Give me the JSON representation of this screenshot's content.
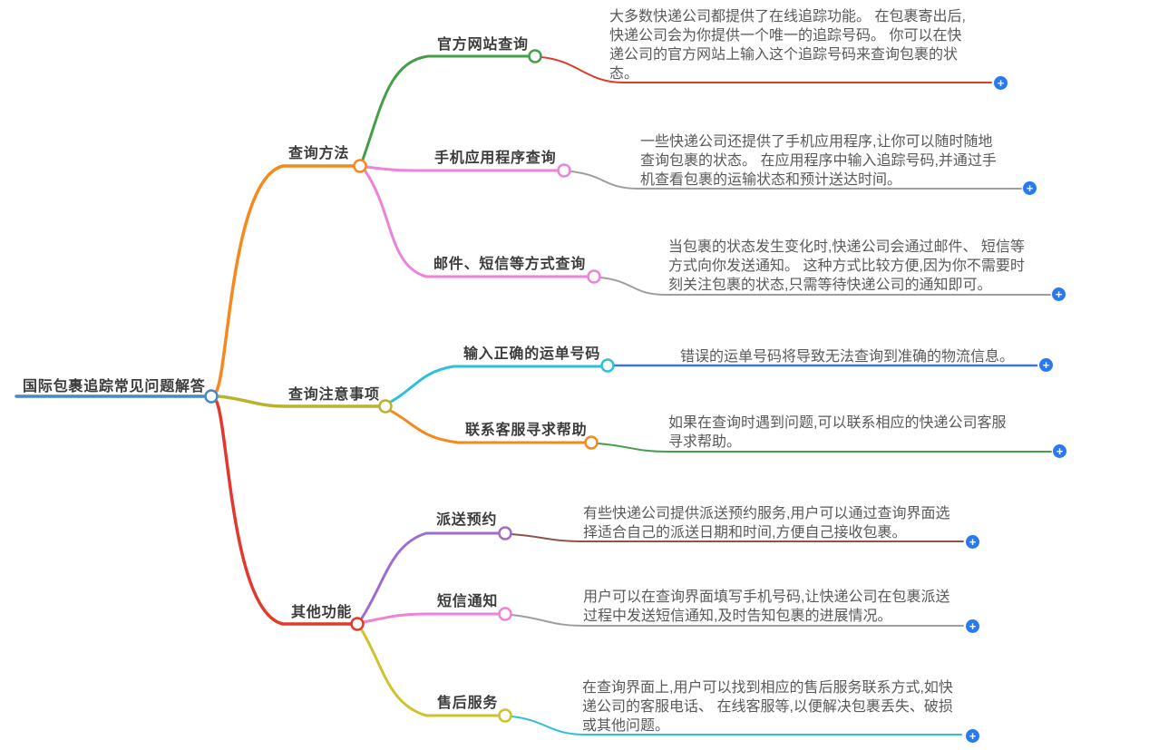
{
  "title": "国际包裹追踪常见问题解答",
  "icons": {
    "plus": "+"
  },
  "colors": {
    "root_blue": "#4a86c8",
    "orange": "#f5891d",
    "olive": "#b8b32c",
    "red": "#e2392f",
    "green": "#43a047",
    "pink": "#ee82d9",
    "cyan": "#2bc0dc",
    "purple": "#a06cc9",
    "yellow": "#ccc32d",
    "blue": "#4472c4",
    "gray": "#9e9e9e",
    "brown": "#8d544c",
    "plus_blue": "#2979f3"
  },
  "root": {
    "label": "国际包裹追踪常见问题解答"
  },
  "branches": [
    {
      "label": "查询方法",
      "children": [
        {
          "label": "官方网站查询",
          "desc": "大多数快递公司都提供了在线追踪功能。 在包裹寄出后,快递公司会为你提供一个唯一的追踪号码。 你可以在快递公司的官方网站上输入这个追踪号码来查询包裹的状态。"
        },
        {
          "label": "手机应用程序查询",
          "desc": "一些快递公司还提供了手机应用程序,让你可以随时随地查询包裹的状态。 在应用程序中输入追踪号码,并通过手机查看包裹的运输状态和预计送达时间。"
        },
        {
          "label": "邮件、短信等方式查询",
          "desc": "当包裹的状态发生变化时,快递公司会通过邮件、 短信等方式向你发送通知。 这种方式比较方便,因为你不需要时刻关注包裹的状态,只需等待快递公司的通知即可。"
        }
      ]
    },
    {
      "label": "查询注意事项",
      "children": [
        {
          "label": "输入正确的运单号码",
          "desc": "错误的运单号码将导致无法查询到准确的物流信息。"
        },
        {
          "label": "联系客服寻求帮助",
          "desc": "如果在查询时遇到问题,可以联系相应的快递公司客服寻求帮助。"
        }
      ]
    },
    {
      "label": "其他功能",
      "children": [
        {
          "label": "派送预约",
          "desc": "有些快递公司提供派送预约服务,用户可以通过查询界面选择适合自己的派送日期和时间,方便自己接收包裹。"
        },
        {
          "label": "短信通知",
          "desc": "用户可以在查询界面填写手机号码,让快递公司在包裹派送过程中发送短信通知,及时告知包裹的进展情况。"
        },
        {
          "label": "售后服务",
          "desc": "在查询界面上,用户可以找到相应的售后服务联系方式,如快递公司的客服电话、 在线客服等,以便解决包裹丢失、破损或其他问题。"
        }
      ]
    }
  ]
}
